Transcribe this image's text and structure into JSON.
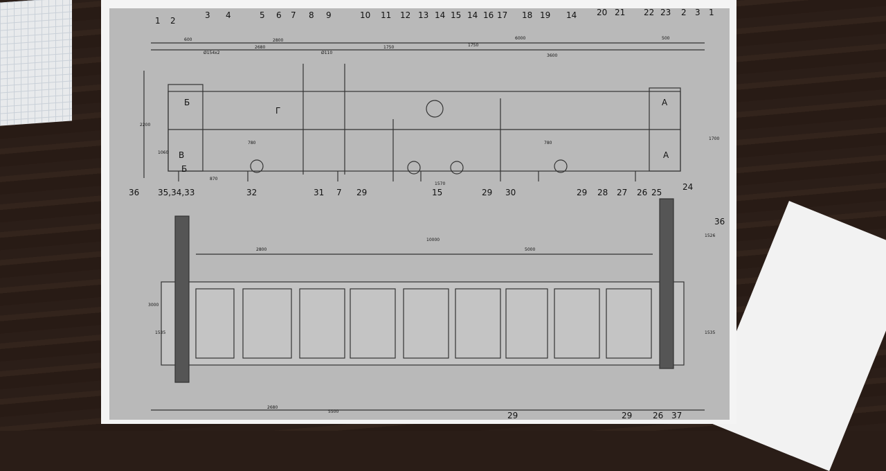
{
  "drawing": {
    "top_callouts": [
      "1",
      "2",
      "3",
      "4",
      "5",
      "6",
      "7",
      "8",
      "9",
      "10",
      "11",
      "12",
      "13",
      "14",
      "15",
      "14",
      "16",
      "17",
      "18",
      "19",
      "14",
      "20",
      "21",
      "22",
      "23",
      "2",
      "3",
      "1"
    ],
    "mid_callouts": [
      "35,34,33",
      "32",
      "31",
      "7",
      "29",
      "15",
      "29",
      "30",
      "29",
      "28",
      "27",
      "26",
      "25",
      "24"
    ],
    "side_callouts": [
      "36",
      "36"
    ],
    "bottom_callouts": [
      "29",
      "29",
      "26",
      "37"
    ],
    "dimensions_top": [
      "600",
      "2680",
      "2800",
      "1750",
      "1750",
      "6000",
      "500",
      "3600",
      "Ø110",
      "Ø154x2",
      "780",
      "780",
      "1570",
      "2200",
      "1700",
      "1060",
      "870"
    ],
    "dimensions_plan": [
      "10000",
      "2800",
      "5000",
      "3000",
      "1535",
      "1526",
      "1535",
      "2680",
      "5500"
    ],
    "section_marks": [
      "Б",
      "В",
      "Б",
      "Г",
      "А",
      "А"
    ]
  }
}
